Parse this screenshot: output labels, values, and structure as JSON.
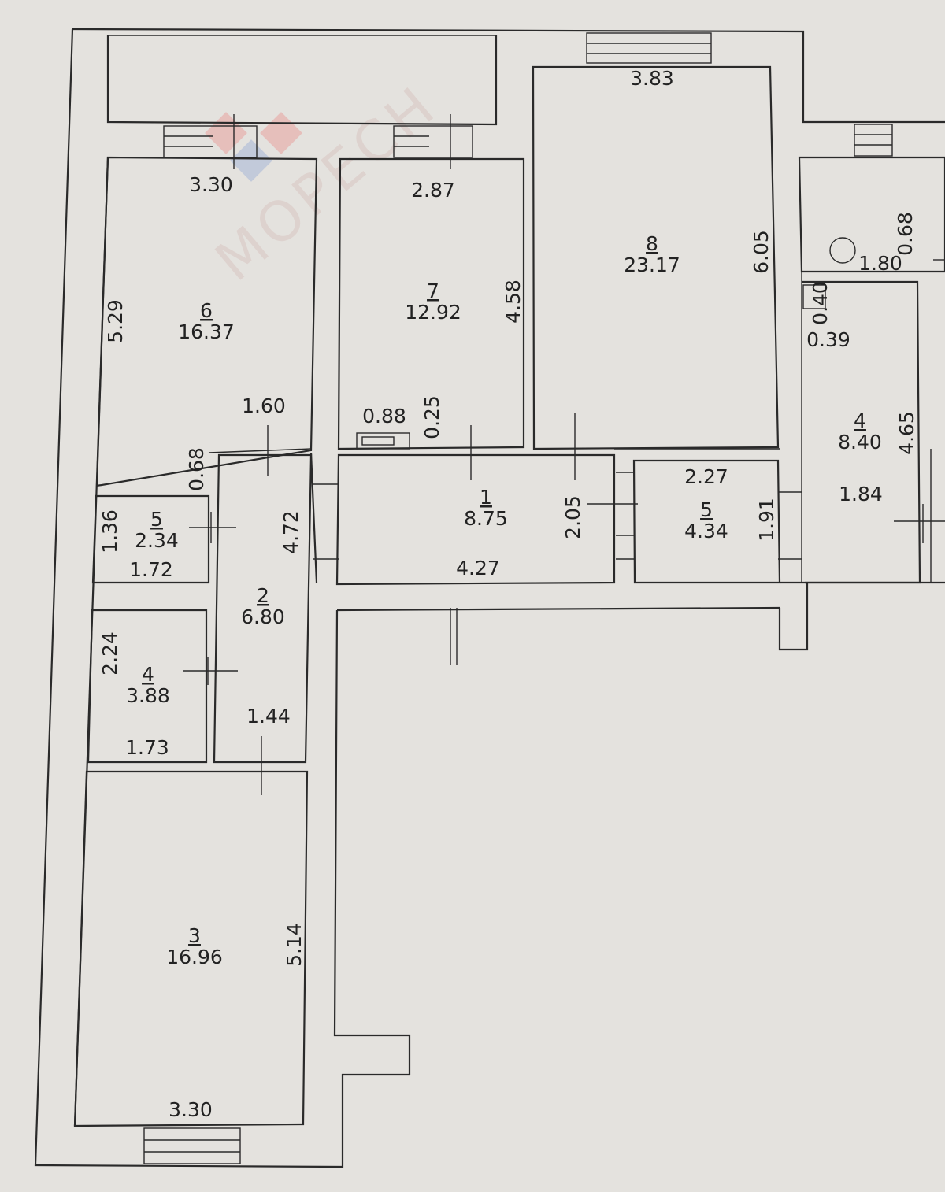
{
  "watermark": "МОРЕСН",
  "rooms": [
    {
      "id": "room-6",
      "number": "6",
      "area": "16.37"
    },
    {
      "id": "room-7",
      "number": "7",
      "area": "12.92"
    },
    {
      "id": "room-8",
      "number": "8",
      "area": "23.17"
    },
    {
      "id": "room-1",
      "number": "1",
      "area": "8.75"
    },
    {
      "id": "room-5a",
      "number": "5",
      "area": "2.34"
    },
    {
      "id": "room-2",
      "number": "2",
      "area": "6.80"
    },
    {
      "id": "room-4a",
      "number": "4",
      "area": "3.88"
    },
    {
      "id": "room-3",
      "number": "3",
      "area": "16.96"
    },
    {
      "id": "room-5b",
      "number": "5",
      "area": "4.34"
    },
    {
      "id": "room-4b",
      "number": "4",
      "area": "8.40"
    }
  ],
  "dimensions": [
    "3.83",
    "3.30",
    "2.87",
    "6.05",
    "0.68",
    "1.80",
    "5.29",
    "4.58",
    "0.40",
    "0.39",
    "1.60",
    "0.88",
    "0.25",
    "0.68",
    "4.65",
    "2.27",
    "1.84",
    "1.36",
    "4.72",
    "2.05",
    "1.91",
    "1.72",
    "4.27",
    "2.24",
    "1.73",
    "1.44",
    "5.14",
    "3.30"
  ]
}
